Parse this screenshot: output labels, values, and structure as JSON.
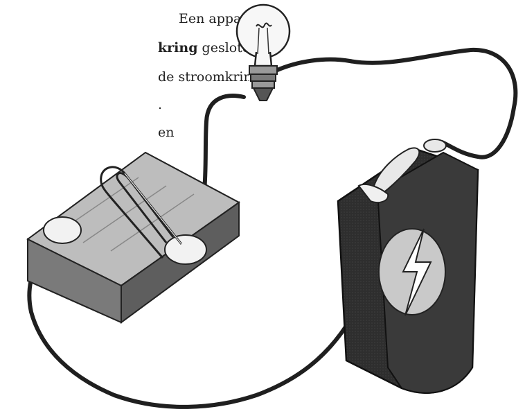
{
  "text": {
    "line1": "Een apparaat",
    "line2_bold": "kring",
    "line2_rest": " gesloten is.",
    "line3": "de stroomkring",
    "line4": ".",
    "line5": "en"
  },
  "colors": {
    "ink": "#222222",
    "wire": "#1f1f1f",
    "battery_body": "#2e2e2e",
    "battery_face": "#3a3a3a",
    "block_top": "#bdbdbd",
    "block_side": "#7a7a7a",
    "contact": "#f2f2f2"
  },
  "icons": [
    "light-bulb-icon",
    "lightning-bolt-icon",
    "paperclip-icon"
  ]
}
